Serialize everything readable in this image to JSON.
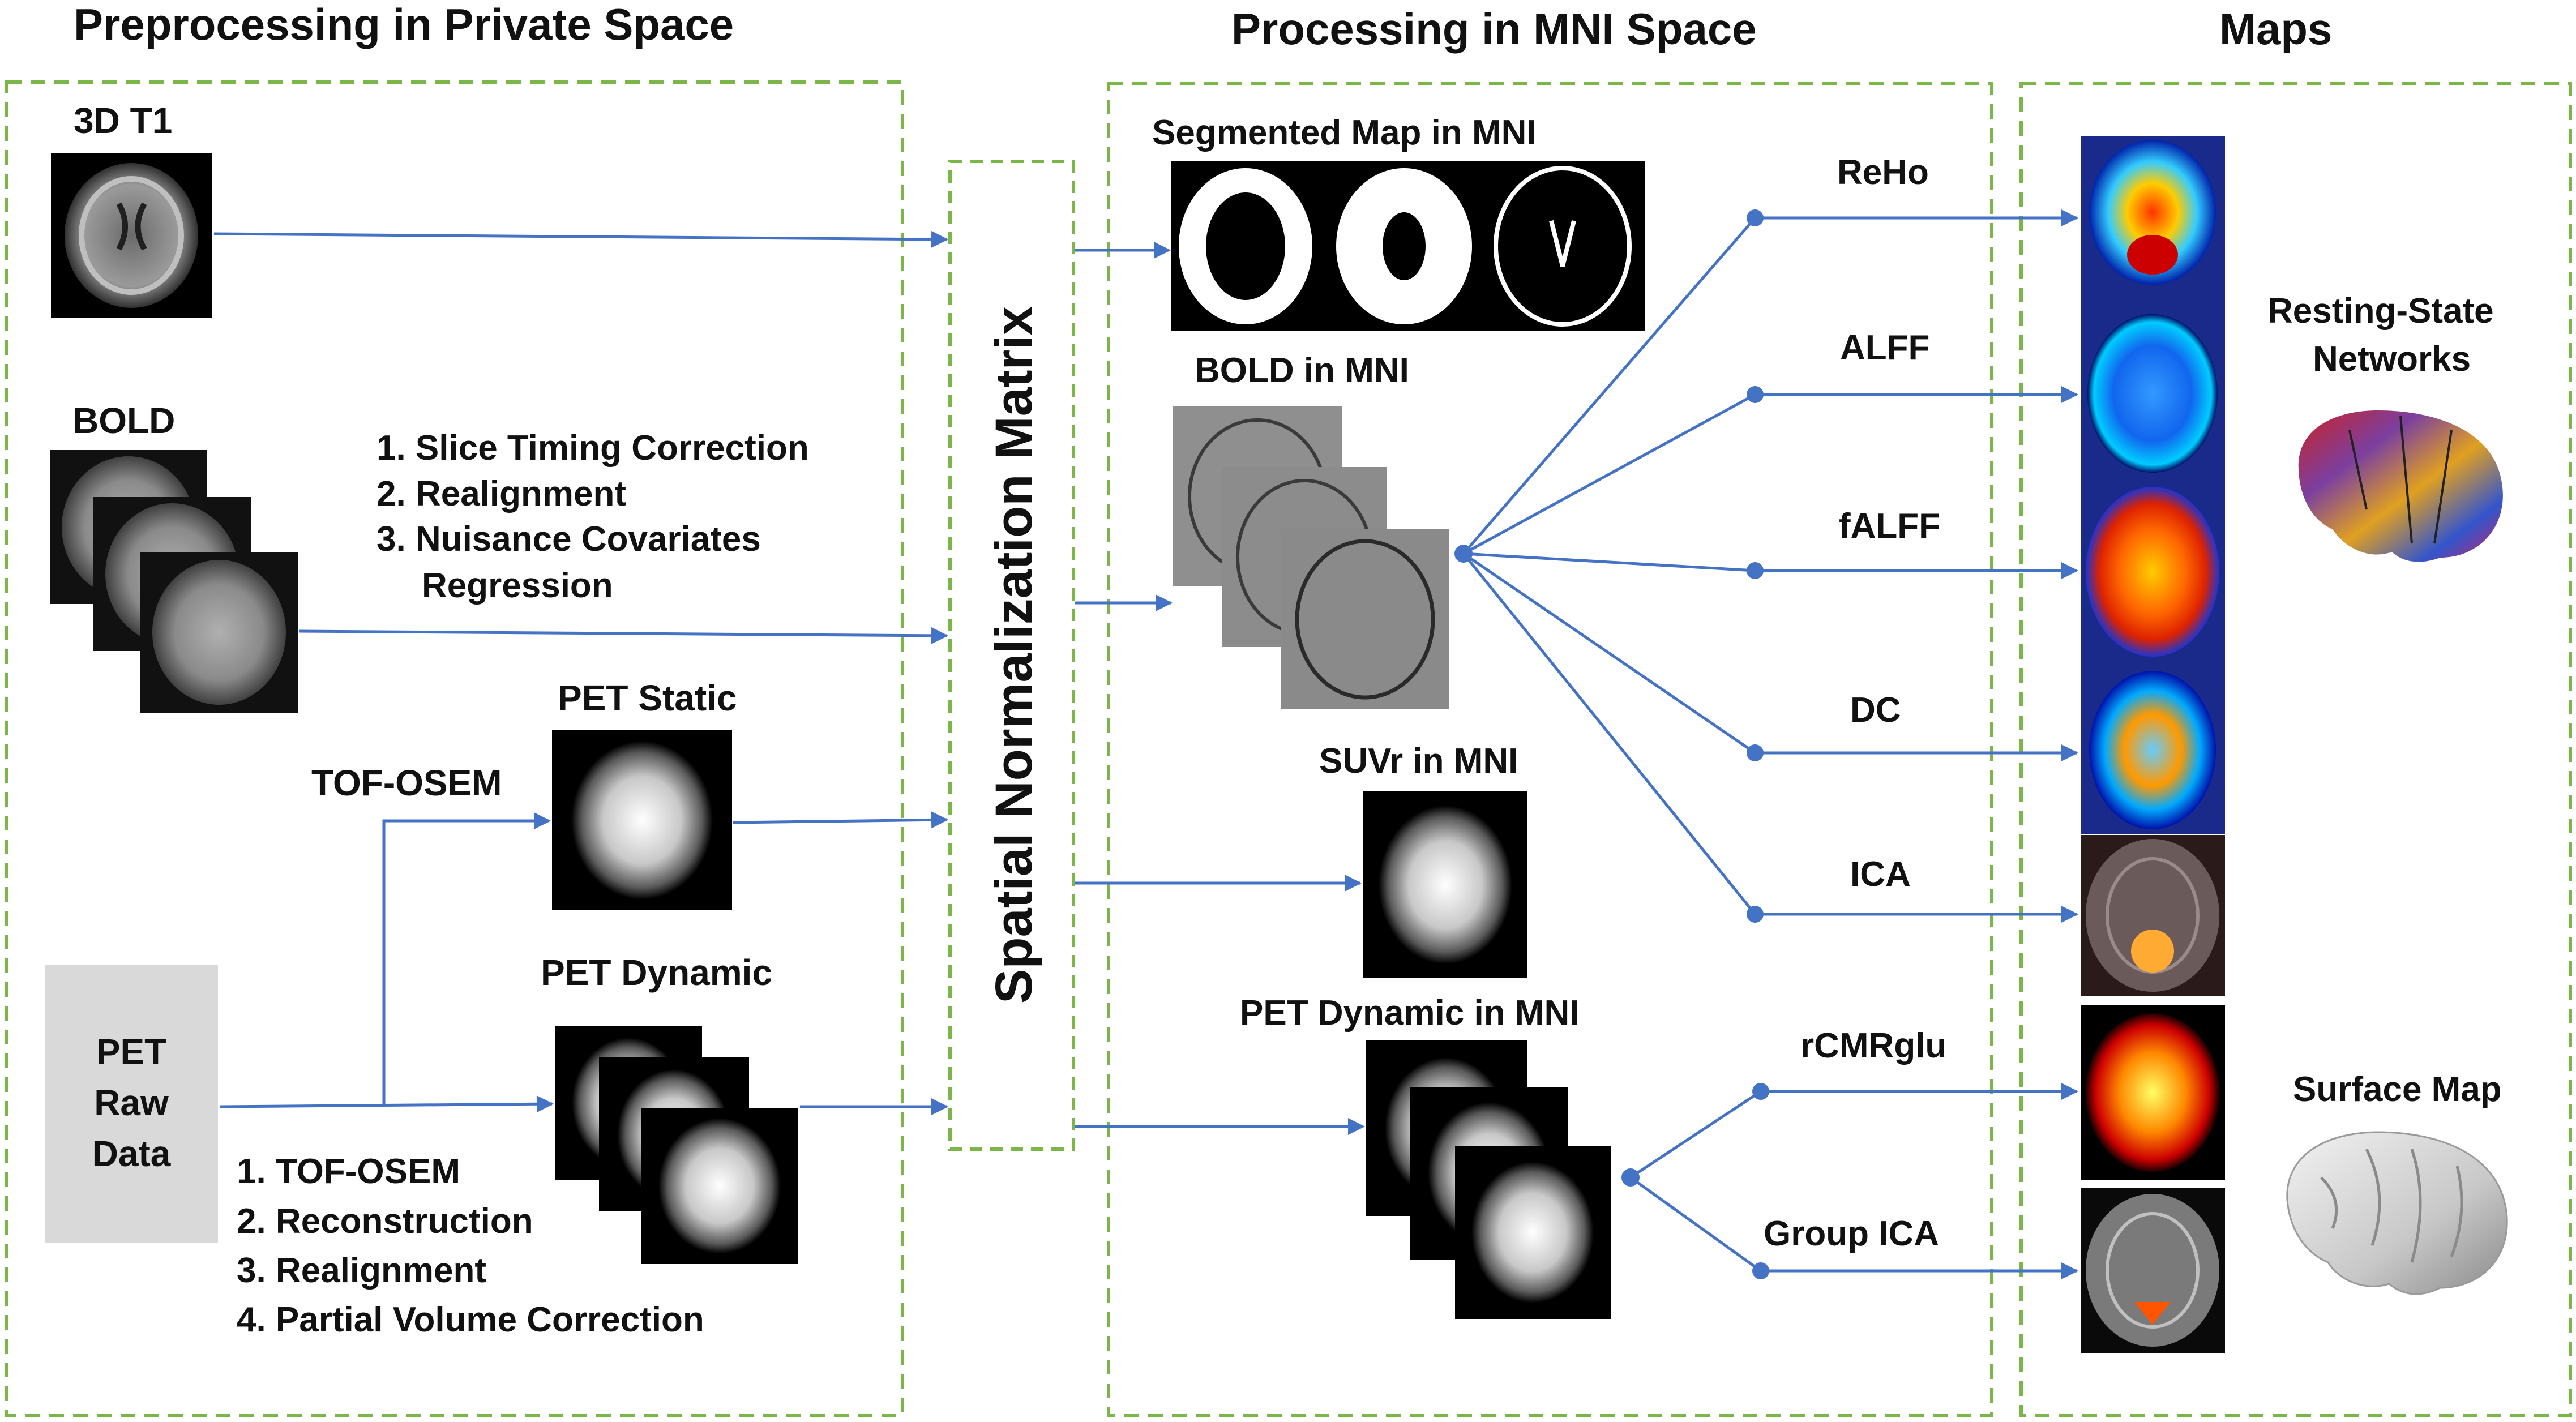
{
  "headers": {
    "private": "Preprocessing in Private Space",
    "mni": "Processing in MNI Space",
    "maps": "Maps"
  },
  "inputs": {
    "t1": "3D T1",
    "bold": "BOLD",
    "bold_steps": [
      "1. Slice Timing Correction",
      "2. Realignment",
      "3. Nuisance Covariates",
      "Regression"
    ],
    "pet_static": "PET Static",
    "tof_osem": "TOF-OSEM",
    "pet_dynamic": "PET Dynamic",
    "pet_raw": [
      "PET",
      "Raw",
      "Data"
    ],
    "pet_steps": [
      "1. TOF-OSEM",
      "2. Reconstruction",
      "3. Realignment",
      "4. Partial Volume Correction"
    ]
  },
  "normalization": "Spatial Normalization Matrix",
  "mni": {
    "segmented": "Segmented Map in MNI",
    "bold": "BOLD in MNI",
    "suvr": "SUVr in MNI",
    "pet_dynamic": "PET Dynamic in MNI"
  },
  "methods": {
    "reho": "ReHo",
    "alff": "ALFF",
    "falff": "fALFF",
    "dc": "DC",
    "ica": "ICA",
    "rcmrglu": "rCMRglu",
    "group_ica": "Group ICA"
  },
  "outputs": {
    "rsn": [
      "Resting-State",
      "Networks"
    ],
    "surface": "Surface Map"
  },
  "colors": {
    "box_border": "#7ab648",
    "arrow": "#4472c4",
    "raw_box": "#d9d9d9"
  }
}
